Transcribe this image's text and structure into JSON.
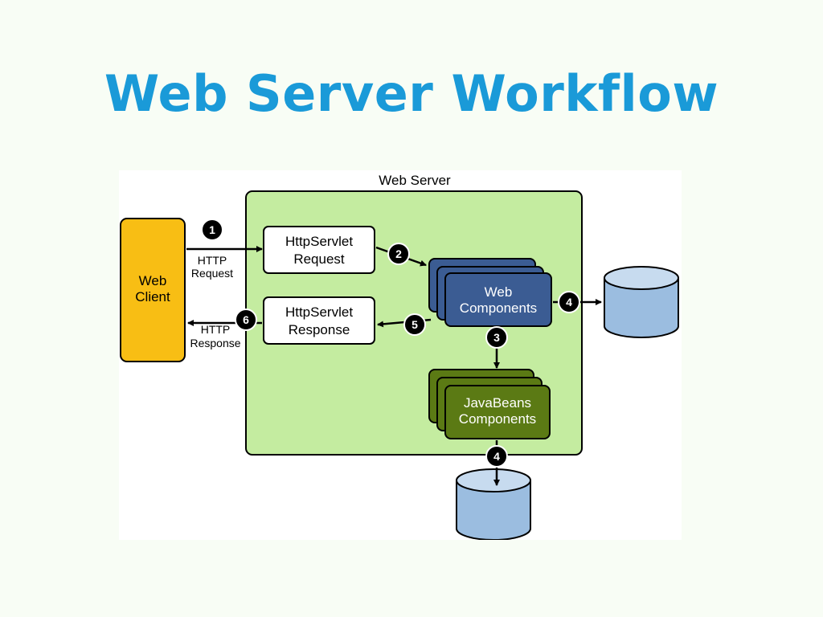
{
  "title": "Web Server Workflow",
  "diagram": {
    "server_label": "Web Server",
    "client": {
      "line1": "Web",
      "line2": "Client"
    },
    "request": {
      "line1": "HttpServlet",
      "line2": "Request"
    },
    "response": {
      "line1": "HttpServlet",
      "line2": "Response"
    },
    "web_components": {
      "line1": "Web",
      "line2": "Components"
    },
    "javabeans": {
      "line1": "JavaBeans",
      "line2": "Components"
    },
    "http_request": {
      "line1": "HTTP",
      "line2": "Request"
    },
    "http_response": {
      "line1": "HTTP",
      "line2": "Response"
    },
    "steps": {
      "s1": "1",
      "s2": "2",
      "s3": "3",
      "s4a": "4",
      "s4b": "4",
      "s5": "5",
      "s6": "6"
    },
    "colors": {
      "server_fill": "#c4eca0",
      "client_fill": "#f8be14",
      "web_components_fill": "#3b5c93",
      "javabeans_fill": "#5b7a14",
      "database_fill": "#9bbde0",
      "title": "#1a9ad8"
    }
  }
}
